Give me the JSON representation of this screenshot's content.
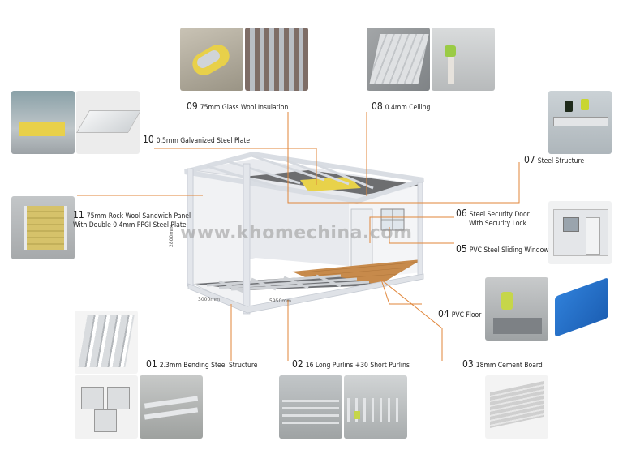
{
  "watermark": "www.khomechina.com",
  "dimensions": {
    "length": "5950mm",
    "width": "3000mm",
    "height": "2800mm"
  },
  "parts": [
    {
      "num": "01",
      "text": "2.3mm Bending Steel Structure"
    },
    {
      "num": "02",
      "text": "16 Long Purlins +30 Short Purlins"
    },
    {
      "num": "03",
      "text": "18mm Cement Board"
    },
    {
      "num": "04",
      "text": "PVC Floor"
    },
    {
      "num": "05",
      "text": "PVC Steel Sliding Window"
    },
    {
      "num": "06",
      "text": "Steel Security Door",
      "text2": "With Security Lock"
    },
    {
      "num": "07",
      "text": "Steel Structure"
    },
    {
      "num": "08",
      "text": "0.4mm Ceiling"
    },
    {
      "num": "09",
      "text": "75mm Glass Wool Insulation"
    },
    {
      "num": "10",
      "text": "0.5mm Galvanized Steel Plate"
    },
    {
      "num": "11",
      "text": "75mm Rock Wool Sandwich Panel",
      "text2": "With Double 0.4mm PPGI Steel Plate"
    }
  ],
  "colors": {
    "leader": "#e0863a",
    "frame": "#e6e9ee",
    "floor": "#c78a4b",
    "wall": "#eef0f3"
  }
}
